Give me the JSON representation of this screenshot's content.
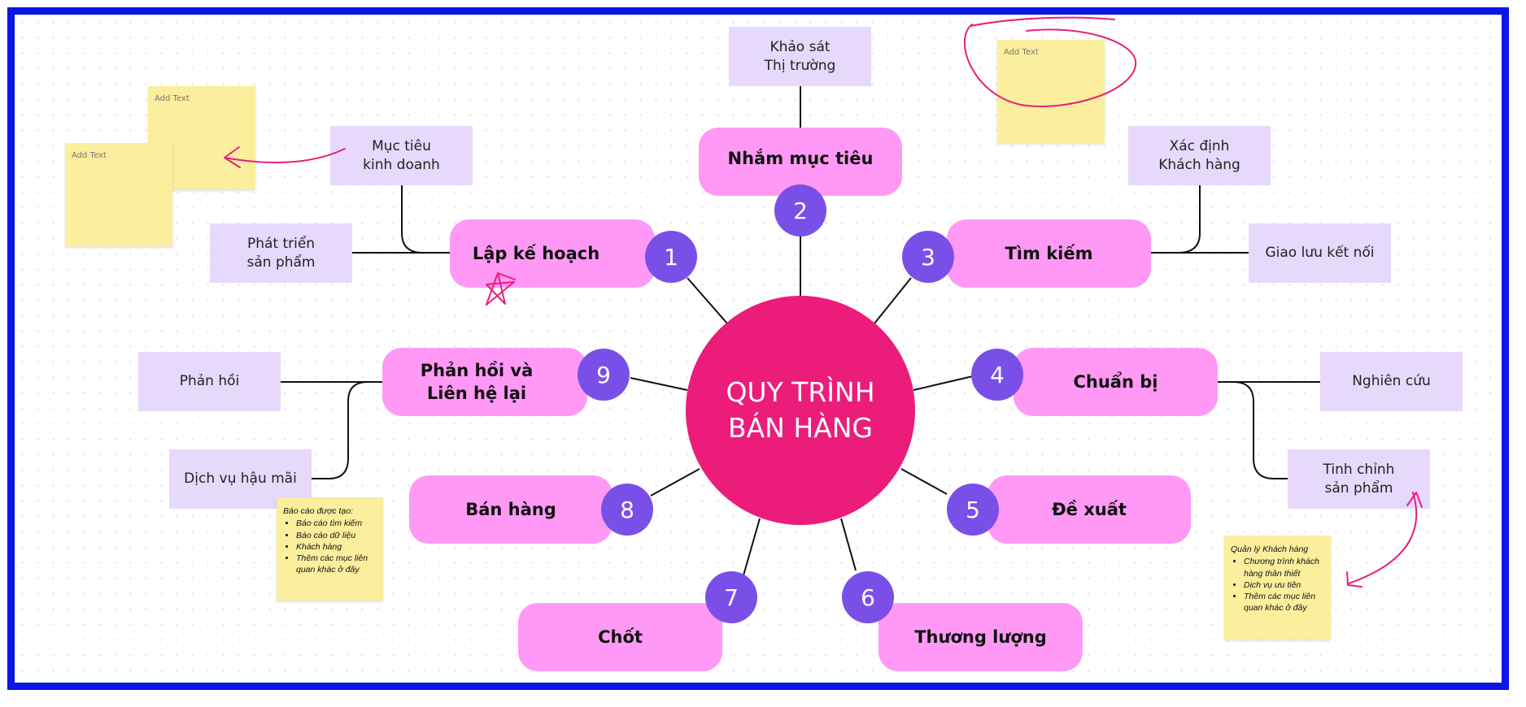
{
  "center": {
    "line1": "QUY TRÌNH",
    "line2": "BÁN HÀNG"
  },
  "steps": [
    {
      "number": "1",
      "label": "Lập kế hoạch"
    },
    {
      "number": "2",
      "label": "Nhắm mục tiêu"
    },
    {
      "number": "3",
      "label": "Tìm kiếm"
    },
    {
      "number": "4",
      "label": "Chuẩn bị"
    },
    {
      "number": "5",
      "label": "Đề xuất"
    },
    {
      "number": "6",
      "label": "Thương lượng"
    },
    {
      "number": "7",
      "label": "Chốt"
    },
    {
      "number": "8",
      "label": "Bán hàng"
    },
    {
      "number": "9",
      "label_line1": "Phản hồi và",
      "label_line2": "Liên hệ lại"
    }
  ],
  "subtopics": {
    "muc_tieu": {
      "line1": "Mục tiêu",
      "line2": "kinh doanh"
    },
    "phat_trien": {
      "line1": "Phát triển",
      "line2": "sản phẩm"
    },
    "khao_sat": {
      "line1": "Khảo sát",
      "line2": "Thị trường"
    },
    "xac_dinh": {
      "line1": "Xác định",
      "line2": "Khách hàng"
    },
    "giao_luu": {
      "line1": "Giao lưu kết nối"
    },
    "nghien_cuu": {
      "line1": "Nghiên cứu"
    },
    "tinh_chinh": {
      "line1": "Tinh chỉnh",
      "line2": "sản phẩm"
    },
    "phan_hoi": {
      "line1": "Phản hồi"
    },
    "dich_vu": {
      "line1": "Dịch vụ hậu mãi"
    }
  },
  "stickies": {
    "placeholder": "Add Text",
    "report_note": {
      "title": "Báo cáo được tạo:",
      "items": [
        "Báo cáo tìm kiếm",
        "Báo cáo dữ liệu",
        "Khách hàng",
        "Thêm các mục liên quan khác ở đây"
      ]
    },
    "customer_note": {
      "title": "Quản lý Khách hàng",
      "items": [
        "Chương trình khách hàng thân thiết",
        "Dịch vụ ưu tiên",
        "Thêm các mục liên quan khác ở đây"
      ]
    }
  },
  "colors": {
    "border": "#0a17e6",
    "center": "#ec1c7b",
    "step": "#ff99f5",
    "badge": "#7a4fe8",
    "subtopic": "#e6d9fb",
    "sticky": "#fbee9c",
    "ink": "#e8207a"
  }
}
